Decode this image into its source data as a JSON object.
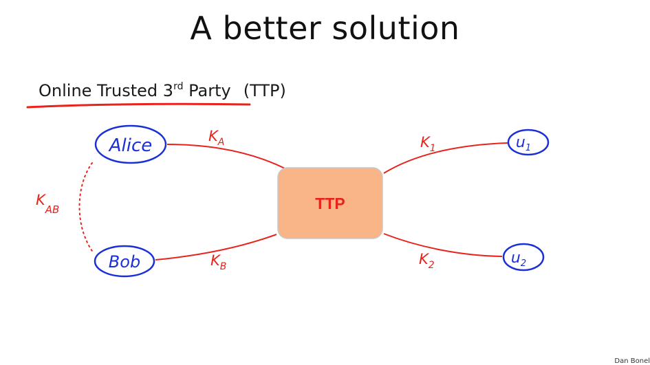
{
  "slide": {
    "title": "A better solution",
    "subtitle_main": "Online Trusted 3",
    "subtitle_sup": "rd",
    "subtitle_rest": " Party",
    "subtitle_paren": "(TTP)",
    "credit": "Dan Bonel"
  },
  "diagram": {
    "center_node": "TTP",
    "nodes": {
      "alice": "Alice",
      "bob": "Bob",
      "u1": "u",
      "u1_sub": "1",
      "u2": "u",
      "u2_sub": "2"
    },
    "edge_labels": {
      "ka": "K",
      "ka_sub": "A",
      "kb": "K",
      "kb_sub": "B",
      "k1": "K",
      "k1_sub": "1",
      "k2": "K",
      "k2_sub": "2",
      "kab": "K",
      "kab_sub": "AB"
    },
    "colors": {
      "ink_blue": "#1a2fd6",
      "ink_red": "#e8231c",
      "ttp_fill": "#f9b487",
      "ttp_stroke": "#c9c9c9",
      "ttp_text": "#e8231c"
    }
  }
}
